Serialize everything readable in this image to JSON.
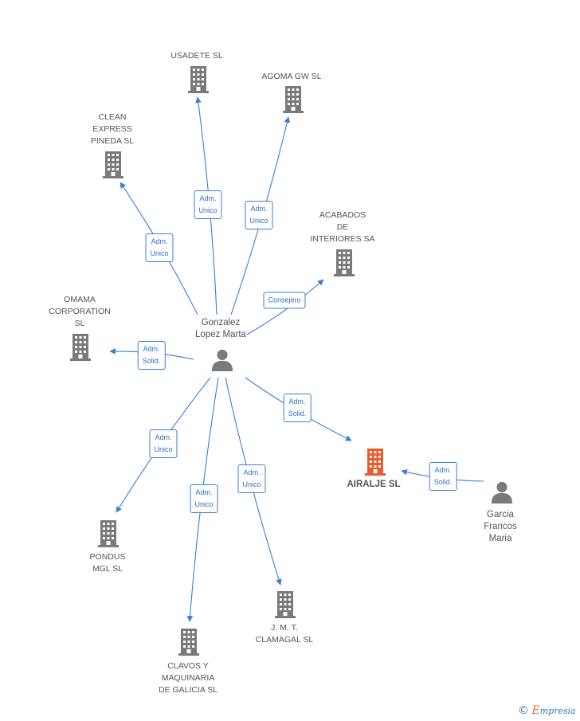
{
  "colors": {
    "edge": "#3a7fd5",
    "building": "#7a7a7a",
    "building_highlight": "#ea5c2c",
    "person": "#7a7a7a"
  },
  "nodes": [
    {
      "id": "usadete",
      "kind": "company",
      "label": [
        "USADETE SL"
      ]
    },
    {
      "id": "agoma",
      "kind": "company",
      "label": [
        "AGOMA GW SL"
      ]
    },
    {
      "id": "clean",
      "kind": "company",
      "label": [
        "CLEAN",
        "EXPRESS",
        "PINEDA SL"
      ]
    },
    {
      "id": "acabados",
      "kind": "company",
      "label": [
        "ACABADOS",
        "DE",
        "INTERIORES SA"
      ]
    },
    {
      "id": "omama",
      "kind": "company",
      "label": [
        "OMAMA",
        "CORPORATION",
        "SL"
      ]
    },
    {
      "id": "gonzalez",
      "kind": "person",
      "label": [
        "Gonzalez",
        "Lopez Marta"
      ]
    },
    {
      "id": "airalje",
      "kind": "company",
      "highlight": true,
      "label": [
        "AIRALJE SL"
      ]
    },
    {
      "id": "garcia",
      "kind": "person",
      "label": [
        "Garcia",
        "Francos",
        "Maria"
      ]
    },
    {
      "id": "pondus",
      "kind": "company",
      "label": [
        "PONDUS",
        "MGL SL"
      ]
    },
    {
      "id": "jmt",
      "kind": "company",
      "label": [
        "J. M. T.",
        "CLAMAGAL SL"
      ]
    },
    {
      "id": "clavos",
      "kind": "company",
      "label": [
        "CLAVOS Y",
        "MAQUINARIA",
        "DE GALICIA SL"
      ]
    }
  ],
  "edges": [
    {
      "from": "gonzalez",
      "to": "usadete",
      "label": [
        "Adm.",
        "Unico"
      ]
    },
    {
      "from": "gonzalez",
      "to": "agoma",
      "label": [
        "Adm.",
        "Unico"
      ]
    },
    {
      "from": "gonzalez",
      "to": "clean",
      "label": [
        "Adm.",
        "Unico"
      ]
    },
    {
      "from": "gonzalez",
      "to": "acabados",
      "label": [
        "Consejero"
      ]
    },
    {
      "from": "gonzalez",
      "to": "omama",
      "label": [
        "Adm.",
        "Solid."
      ]
    },
    {
      "from": "gonzalez",
      "to": "airalje",
      "label": [
        "Adm.",
        "Solid."
      ]
    },
    {
      "from": "gonzalez",
      "to": "pondus",
      "label": [
        "Adm.",
        "Unico"
      ]
    },
    {
      "from": "gonzalez",
      "to": "clavos",
      "label": [
        "Adm.",
        "Unico"
      ]
    },
    {
      "from": "gonzalez",
      "to": "jmt",
      "label": [
        "Adm.",
        "Unico"
      ]
    },
    {
      "from": "garcia",
      "to": "airalje",
      "label": [
        "Adm.",
        "Solid."
      ]
    }
  ],
  "footer": {
    "copyright": "©",
    "brand_initial": "E",
    "brand_rest": "mpresia"
  }
}
